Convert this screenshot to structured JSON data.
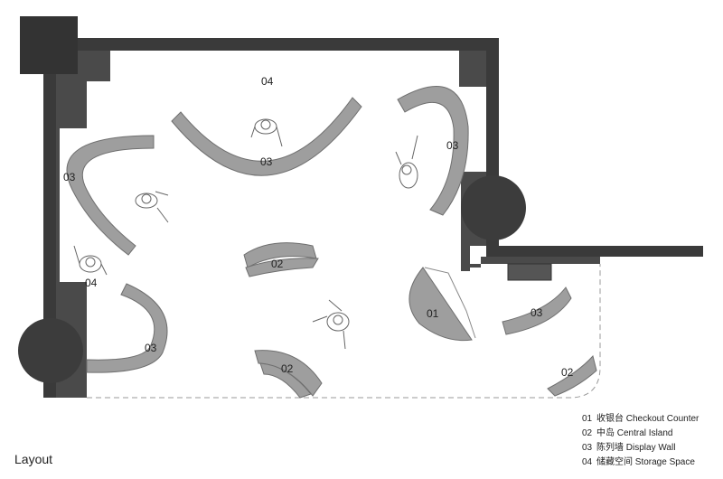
{
  "title": "Layout",
  "zones": {
    "checkout": "01",
    "island_a": "02",
    "island_b": "02",
    "island_c": "02",
    "wall_top": "03",
    "wall_left": "03",
    "wall_right": "03",
    "wall_bottom_left": "03",
    "wall_bottom_right": "03",
    "storage_top": "04",
    "storage_left": "04"
  },
  "legend": [
    {
      "num": "01",
      "text": "收银台 Checkout Counter"
    },
    {
      "num": "02",
      "text": "中岛 Central Island"
    },
    {
      "num": "03",
      "text": "陈列墙 Display Wall"
    },
    {
      "num": "04",
      "text": "储藏空间 Storage Space"
    }
  ],
  "colors": {
    "wall": "#3a3a3a",
    "wall_inner": "#4a4a4a",
    "fixture": "#9e9e9e",
    "fixture_dark": "#7d7d7d",
    "column": "#3c3c3c"
  }
}
